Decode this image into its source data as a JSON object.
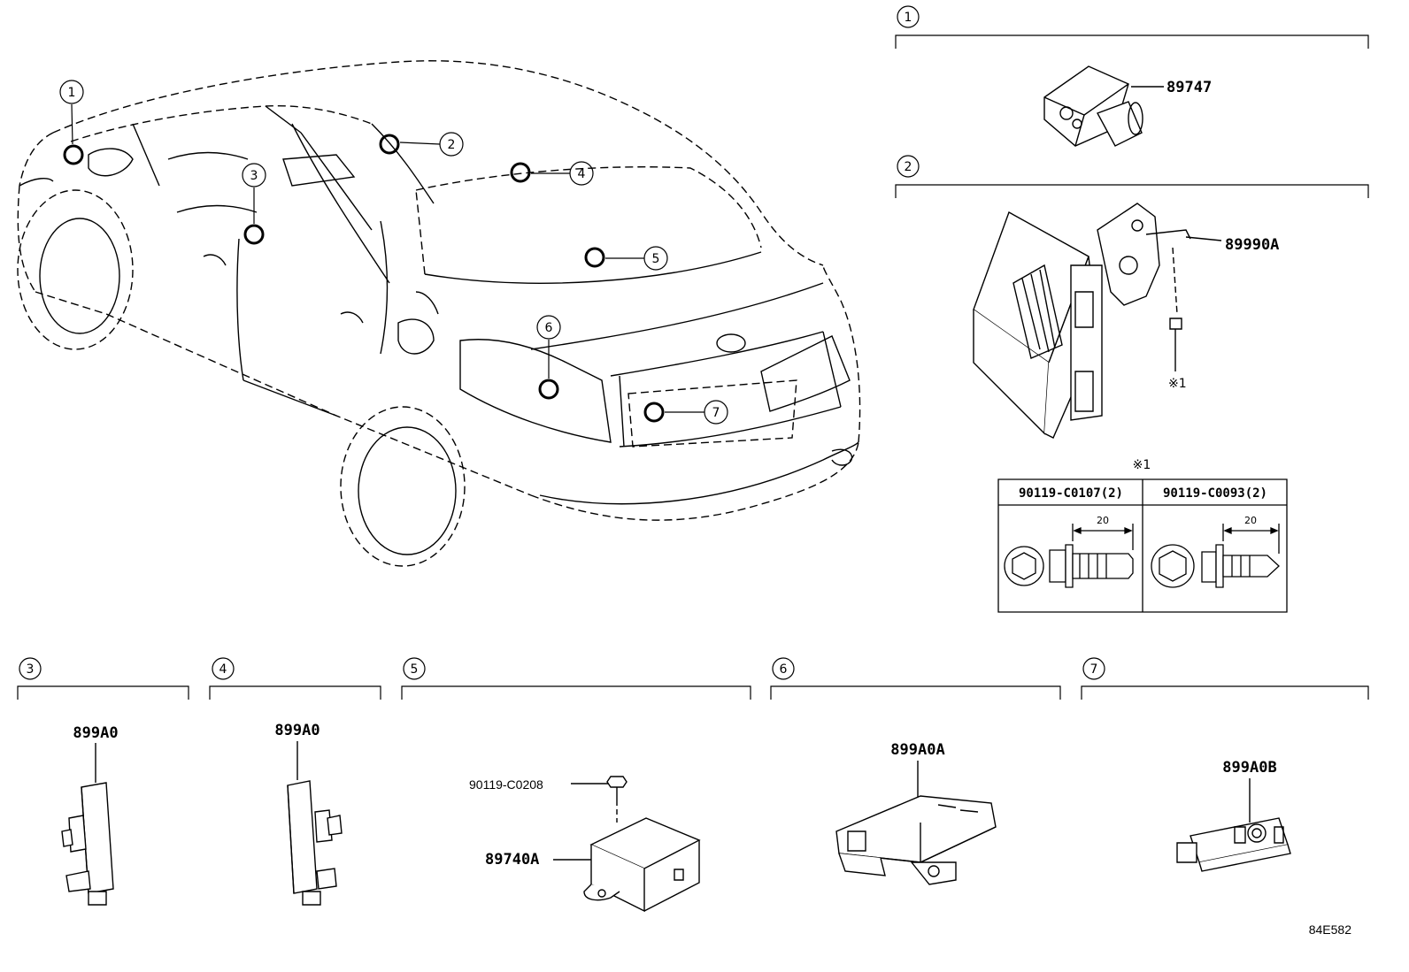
{
  "figure_code": "84E582",
  "car_callouts": [
    {
      "num": "1"
    },
    {
      "num": "2"
    },
    {
      "num": "3"
    },
    {
      "num": "4"
    },
    {
      "num": "5"
    },
    {
      "num": "6"
    },
    {
      "num": "7"
    }
  ],
  "sections": [
    {
      "num": "1",
      "parts": [
        "89747"
      ]
    },
    {
      "num": "2",
      "parts": [
        "89990A"
      ],
      "note": "※1"
    },
    {
      "num": "3",
      "parts": [
        "899A0"
      ]
    },
    {
      "num": "4",
      "parts": [
        "899A0"
      ]
    },
    {
      "num": "5",
      "parts": [
        "90119-C0208",
        "89740A"
      ]
    },
    {
      "num": "6",
      "parts": [
        "899A0A"
      ]
    },
    {
      "num": "7",
      "parts": [
        "899A0B"
      ]
    }
  ],
  "bolt_table": {
    "note": "※1",
    "columns": [
      {
        "part": "90119-C0107(2)",
        "length": "20"
      },
      {
        "part": "90119-C0093(2)",
        "length": "20"
      }
    ]
  }
}
